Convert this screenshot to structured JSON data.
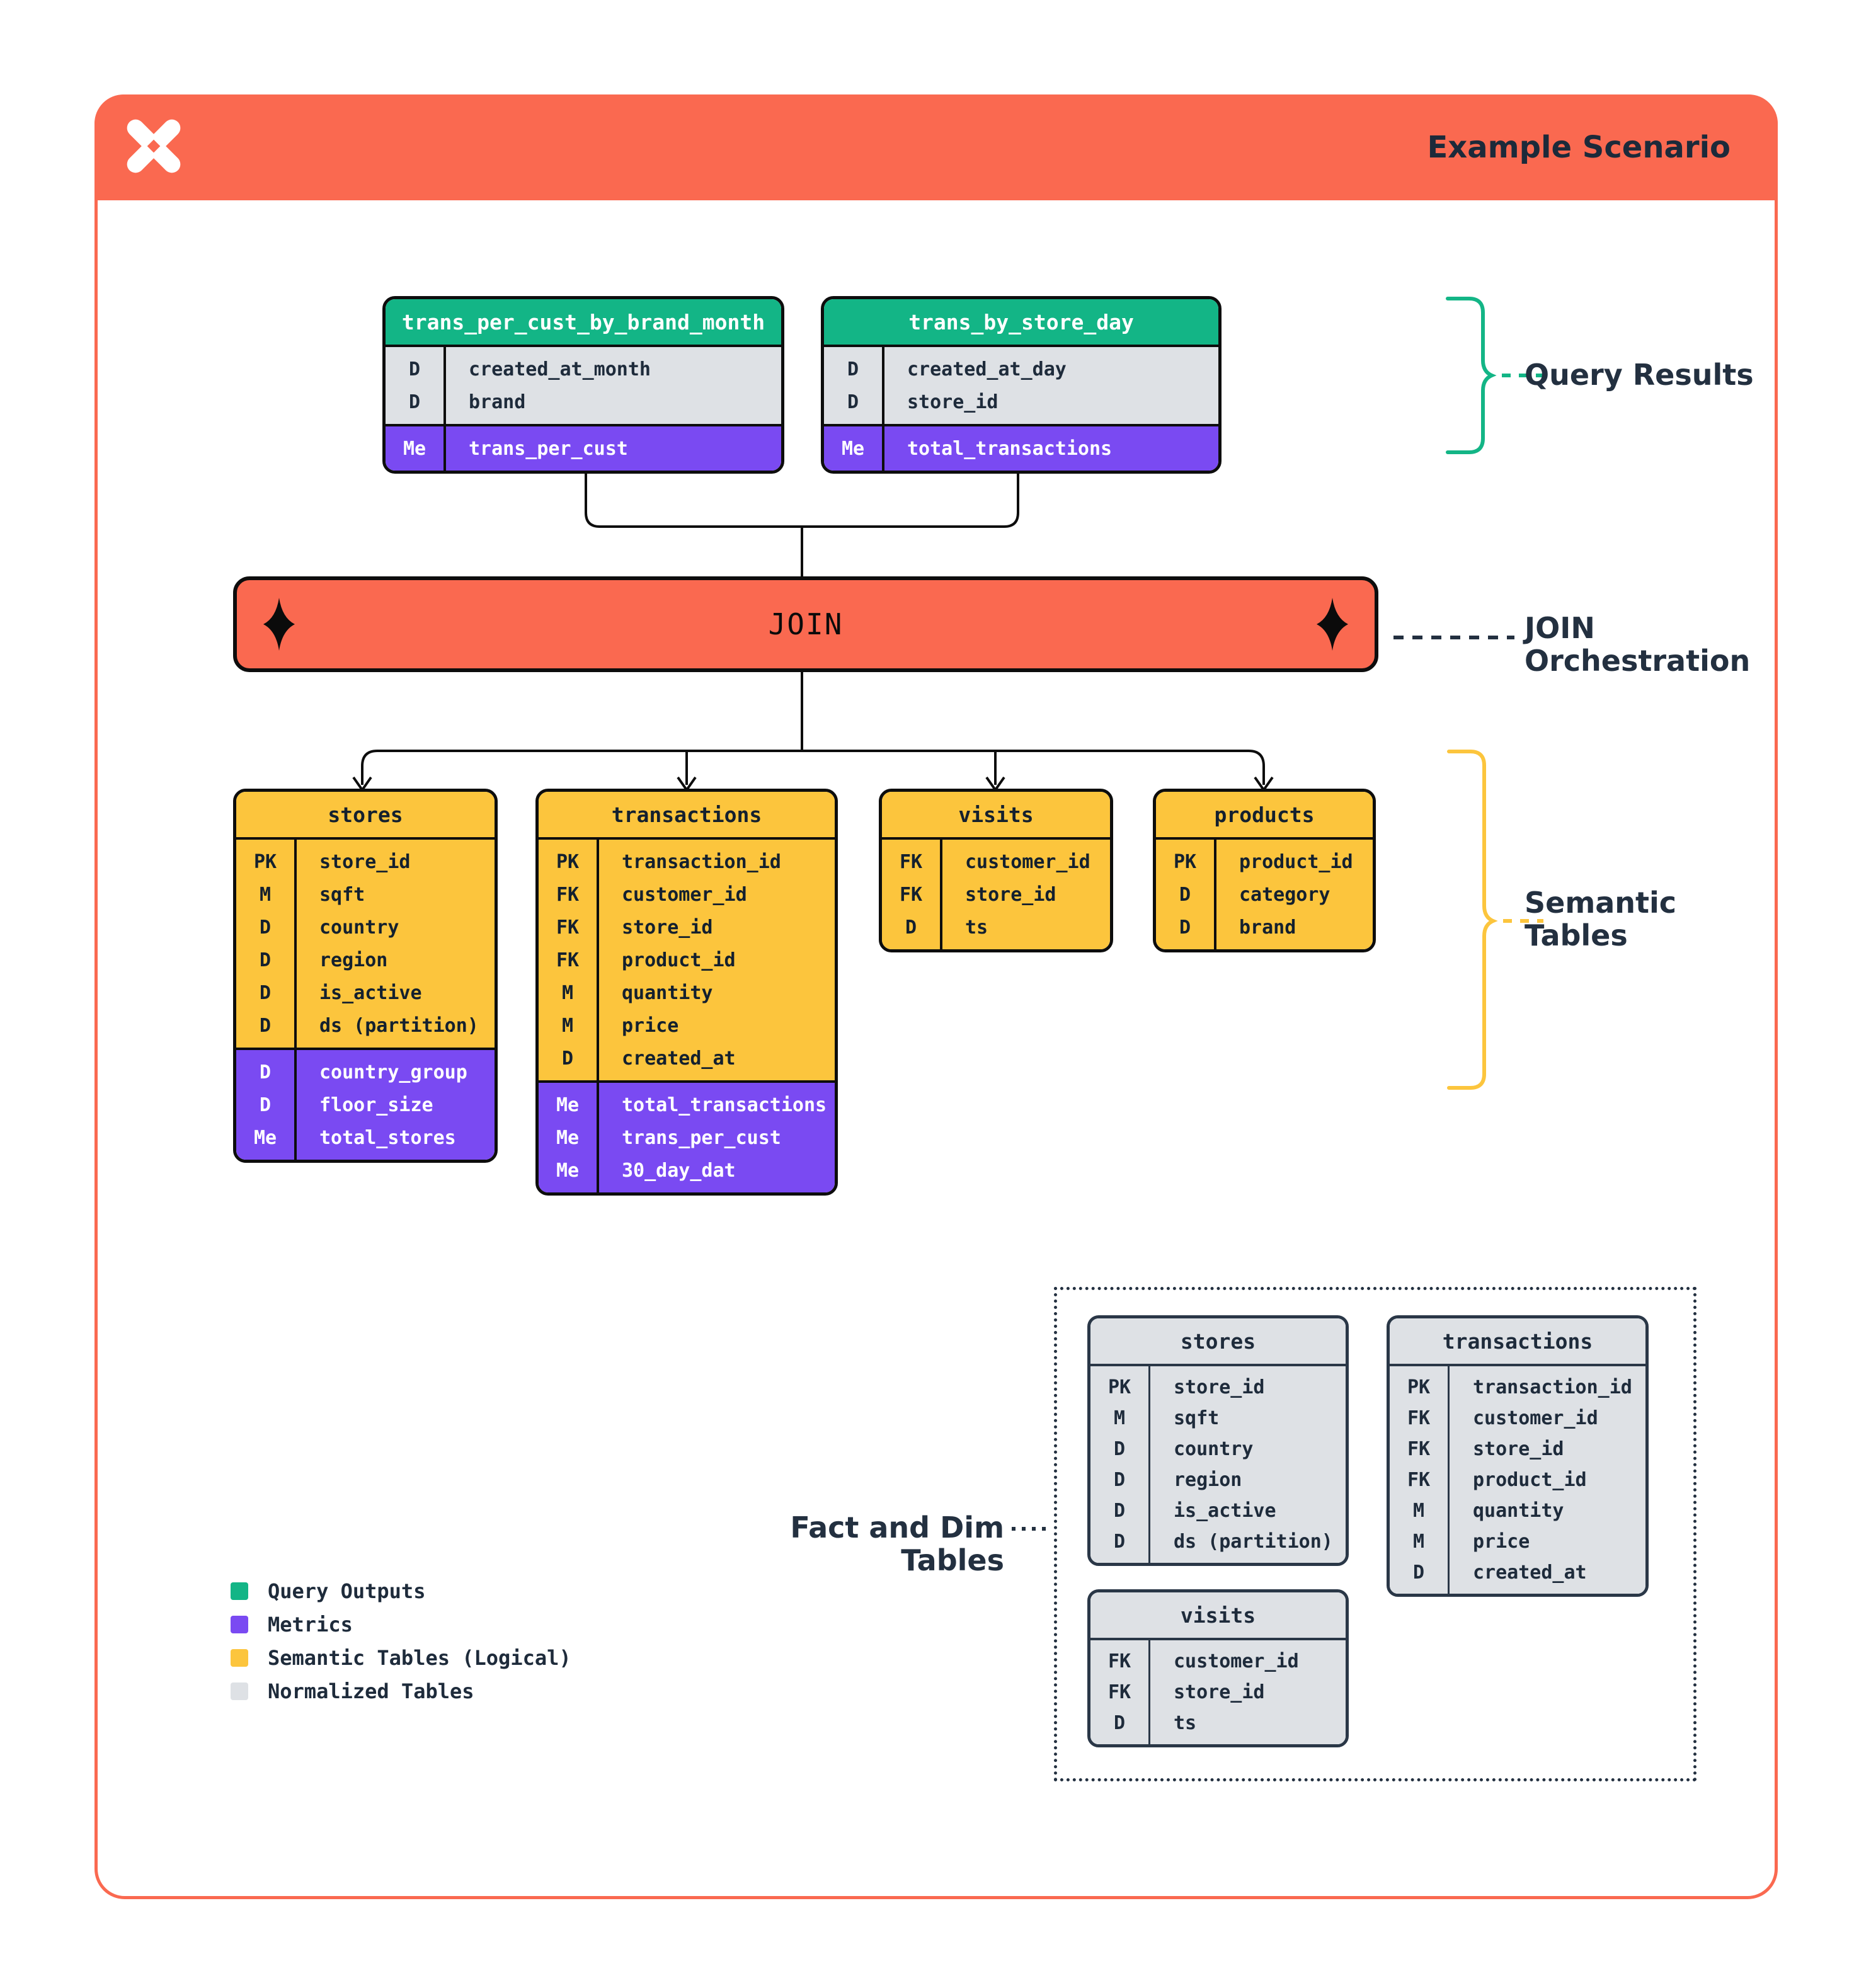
{
  "header": {
    "title": "Example Scenario",
    "logo": "pinwheel-x-logo"
  },
  "join": {
    "label": "JOIN"
  },
  "annotations": {
    "query_results": "Query Results",
    "join_orchestration": "JOIN Orchestration",
    "semantic_tables": "Semantic Tables",
    "fact_dim": "Fact and Dim Tables"
  },
  "colors": {
    "orange": "#FA6950",
    "green": "#13B586",
    "purple": "#7A4AF2",
    "yellow": "#FCC53D",
    "gray_row": "#DEE1E5",
    "navy_text": "#233040",
    "black_border": "#0D0D0D"
  },
  "tables": {
    "query_results": [
      {
        "title": "trans_per_cust_by_brand_month",
        "sections": [
          {
            "variant": "gray",
            "rows": [
              [
                "D",
                "created_at_month"
              ],
              [
                "D",
                "brand"
              ]
            ]
          },
          {
            "variant": "purple",
            "rows": [
              [
                "Me",
                "trans_per_cust"
              ]
            ]
          }
        ]
      },
      {
        "title": "trans_by_store_day",
        "sections": [
          {
            "variant": "gray",
            "rows": [
              [
                "D",
                "created_at_day"
              ],
              [
                "D",
                "store_id"
              ]
            ]
          },
          {
            "variant": "purple",
            "rows": [
              [
                "Me",
                "total_transactions"
              ]
            ]
          }
        ]
      }
    ],
    "semantic": [
      {
        "title": "stores",
        "sections": [
          {
            "variant": "yellow",
            "rows": [
              [
                "PK",
                "store_id"
              ],
              [
                "M",
                "sqft"
              ],
              [
                "D",
                "country"
              ],
              [
                "D",
                "region"
              ],
              [
                "D",
                "is_active"
              ],
              [
                "D",
                "ds (partition)"
              ]
            ]
          },
          {
            "variant": "purple",
            "rows": [
              [
                "D",
                "country_group"
              ],
              [
                "D",
                "floor_size"
              ],
              [
                "Me",
                "total_stores"
              ]
            ]
          }
        ]
      },
      {
        "title": "transactions",
        "sections": [
          {
            "variant": "yellow",
            "rows": [
              [
                "PK",
                "transaction_id"
              ],
              [
                "FK",
                "customer_id"
              ],
              [
                "FK",
                "store_id"
              ],
              [
                "FK",
                "product_id"
              ],
              [
                "M",
                "quantity"
              ],
              [
                "M",
                "price"
              ],
              [
                "D",
                "created_at"
              ]
            ]
          },
          {
            "variant": "purple",
            "rows": [
              [
                "Me",
                "total_transactions"
              ],
              [
                "Me",
                "trans_per_cust"
              ],
              [
                "Me",
                "30_day_dat"
              ]
            ]
          }
        ]
      },
      {
        "title": "visits",
        "sections": [
          {
            "variant": "yellow",
            "rows": [
              [
                "FK",
                "customer_id"
              ],
              [
                "FK",
                "store_id"
              ],
              [
                "D",
                "ts"
              ]
            ]
          }
        ]
      },
      {
        "title": "products",
        "sections": [
          {
            "variant": "yellow",
            "rows": [
              [
                "PK",
                "product_id"
              ],
              [
                "D",
                "category"
              ],
              [
                "D",
                "brand"
              ]
            ]
          }
        ]
      }
    ],
    "normalized": [
      {
        "title": "stores",
        "sections": [
          {
            "variant": "gray",
            "rows": [
              [
                "PK",
                "store_id"
              ],
              [
                "M",
                "sqft"
              ],
              [
                "D",
                "country"
              ],
              [
                "D",
                "region"
              ],
              [
                "D",
                "is_active"
              ],
              [
                "D",
                "ds (partition)"
              ]
            ]
          }
        ]
      },
      {
        "title": "transactions",
        "sections": [
          {
            "variant": "gray",
            "rows": [
              [
                "PK",
                "transaction_id"
              ],
              [
                "FK",
                "customer_id"
              ],
              [
                "FK",
                "store_id"
              ],
              [
                "FK",
                "product_id"
              ],
              [
                "M",
                "quantity"
              ],
              [
                "M",
                "price"
              ],
              [
                "D",
                "created_at"
              ]
            ]
          }
        ]
      },
      {
        "title": "visits",
        "sections": [
          {
            "variant": "gray",
            "rows": [
              [
                "FK",
                "customer_id"
              ],
              [
                "FK",
                "store_id"
              ],
              [
                "D",
                "ts"
              ]
            ]
          }
        ]
      }
    ]
  },
  "legend": [
    {
      "color": "#13B586",
      "label": "Query Outputs"
    },
    {
      "color": "#7A4AF2",
      "label": "Metrics"
    },
    {
      "color": "#FCC53D",
      "label": "Semantic Tables (Logical)"
    },
    {
      "color": "#DEE1E5",
      "label": "Normalized Tables"
    }
  ]
}
